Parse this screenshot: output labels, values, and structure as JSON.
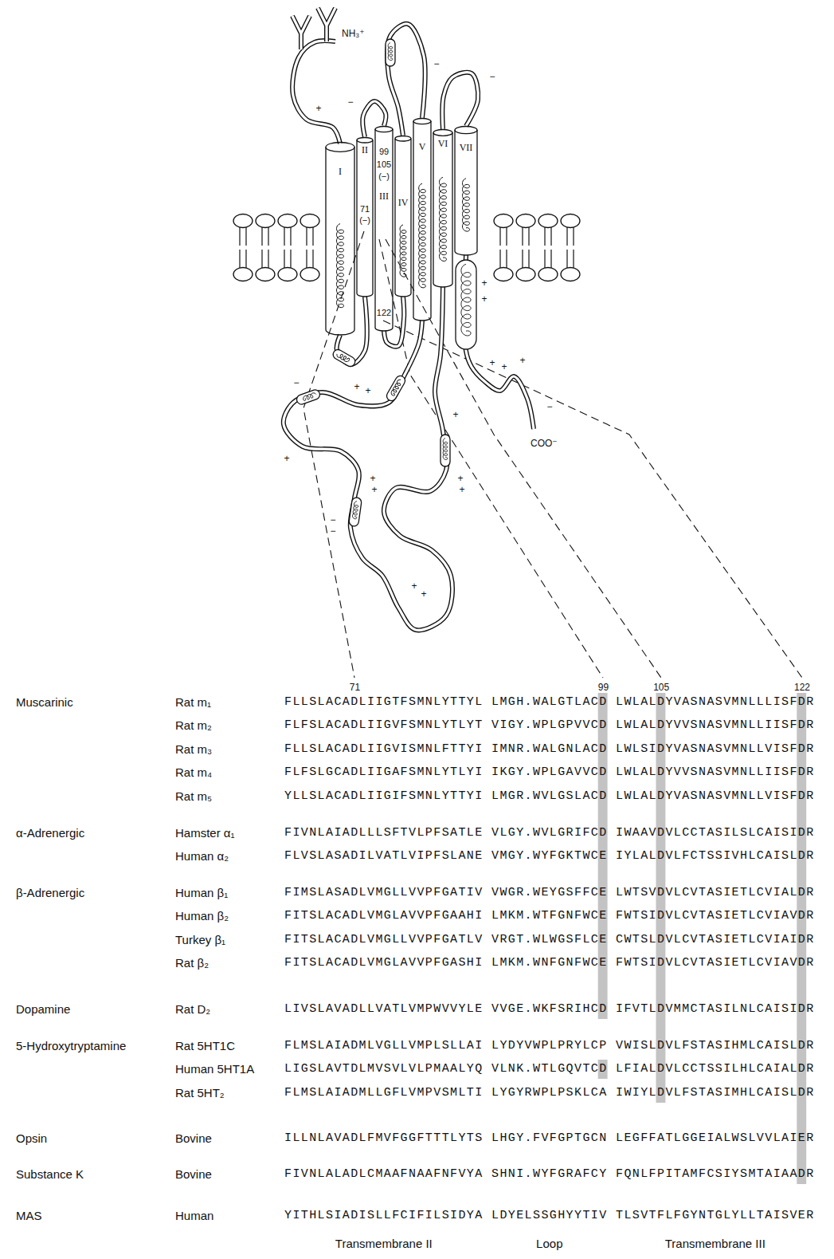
{
  "diagram": {
    "nodes": [
      {
        "text": [
          "I"
        ]
      },
      {
        "text": [
          "II"
        ]
      },
      {
        "text": [
          "III"
        ]
      },
      {
        "text": [
          "IV"
        ]
      },
      {
        "text": [
          "V"
        ]
      },
      {
        "text": [
          "VI"
        ]
      },
      {
        "text": [
          "VII"
        ]
      }
    ],
    "edges": [
      {
        "from": 0,
        "to": 1,
        "arrow": "none"
      },
      {
        "from": 1,
        "to": 2,
        "arrow": "none"
      },
      {
        "from": 2,
        "to": 3,
        "arrow": "none"
      },
      {
        "from": 3,
        "to": 4,
        "arrow": "none"
      },
      {
        "from": 4,
        "to": 5,
        "arrow": "none"
      },
      {
        "from": 5,
        "to": 6,
        "arrow": "none"
      }
    ],
    "labels": [
      "NH₃⁺",
      "71",
      "(−)",
      "99",
      "105",
      "(−)",
      "122",
      "COO⁻",
      "+",
      "−",
      "−",
      "−",
      "+",
      "+",
      "+",
      "+",
      "−",
      "+",
      "+",
      "+",
      "−",
      "−",
      "+",
      "+",
      "+",
      "+",
      "+",
      "+",
      "+",
      "+",
      "−",
      "71",
      "99",
      "105",
      "122",
      "Muscarinic",
      "Rat m₁",
      "FLLSLACADLIIGTFSMNLYTTYL",
      "LMGH.WALGTLACD",
      "LWLALDYVASNASVMNLLLISFDR",
      "Rat m₂",
      "FLFSLACADLIIGVFSMNLYTLYT",
      "VIGY.WPLGPVVCD",
      "LWLALDYVVSNASVMNLLIISFDR",
      "Rat m₃",
      "FLLSLACADLIIGVISMNLFTTYI",
      "IMNR.WALGNLACD",
      "LWLSIDYVASNASVMNLLVISFDR",
      "Rat m₄",
      "FLFSLGCADLIIGAFSMNLYTLYI",
      "IKGY.WPLGAVVCD",
      "LWLALDYVVSNASVMNLLIISFDR",
      "Rat m₅",
      "YLLSLACADLIIGIFSMNLYTTYI",
      "LMGR.WVLGSLACD",
      "LWLALDYVASNASVMNLLVISFDR",
      "α-Adrenergic",
      "Hamster α₁",
      "FIVNLAIADLLLSFTVLPFSATLE",
      "VLGY.WVLGRIFCD",
      "IWAAVDVLCCTASILSLCAISIDR",
      "Human α₂",
      "FLVSLASADILVATLVIPFSLANE",
      "VMGY.WYFGKTWCE",
      "IYLALDVLFCTSSIVHLCAISLDR",
      "β-Adrenergic",
      "Human β₁",
      "FIMSLASADLVMGLLVVPFGATIV",
      "VWGR.WEYGSFFCE",
      "LWTSVDVLCVTASIETLCVIALDR",
      "Human β₂",
      "FITSLACADLVMGLAVVPFGAAHI",
      "LMKM.WTFGNFWCE",
      "FWTSIDVLCVTASIETLCVIAVDR",
      "Turkey β₁",
      "FITSLACADLVMGLLVVPFGATLV",
      "VRGT.WLWGSFLCE",
      "CWTSLDVLCVTASIETLCVIAIDR",
      "Rat β₂",
      "FITSLACADLVMGLAVVPFGASHI",
      "LMKM.WNFGNFWCE",
      "FWTSIDVLCVTASIETLCVIAVDR",
      "Dopamine",
      "Rat D₂",
      "LIVSLAVADLLVATLVMPWVVYLE",
      "VVGE.WKFSRIHCD",
      "IFVTLDVMMCTASILNLCAISIDR",
      "5-Hydroxytryptamine",
      "Rat 5HT1C",
      "FLMSLAIADMLVGLLVMPLSLLAI",
      "LYDYVWPLPRYLCP",
      "VWISLDVLFSTASIHMLCAISLDR",
      "Human 5HT1A",
      "LIGSLAVTDLMVSVLVLPMAALYQ",
      "VLNK.WTLGQVTCD",
      "LFIALDVLCCTSSILHLCAIALDR",
      "Rat 5HT₂",
      "FLMSLAIADMLLGFLVMPVSMLTI",
      "LYGYRWPLPSKLCA",
      "IWIYLDVLFSTASIMHLCAISLDR",
      "Opsin",
      "Bovine",
      "ILLNLAVADLFMVFGGFTTTLYTS",
      "LHGY.FVFGPTGCN",
      "LEGFFATLGGEIALWSLVVLAIER",
      "Substance K",
      "Bovine",
      "FIVNLALADLCMAAFNAAFNFVYA",
      "SHNI.WYFGRAFCY",
      "FQNLFPITAMFCSIYSMTAIAADR",
      "MAS",
      "Human",
      "YITHLSIADISLLFCIFILSIDYA",
      "LDYELSSGHYYTIV",
      "TLSVTFLFGYNTGLYLLTAISVER",
      "Transmembrane II",
      "Loop",
      "Transmembrane III"
    ]
  }
}
